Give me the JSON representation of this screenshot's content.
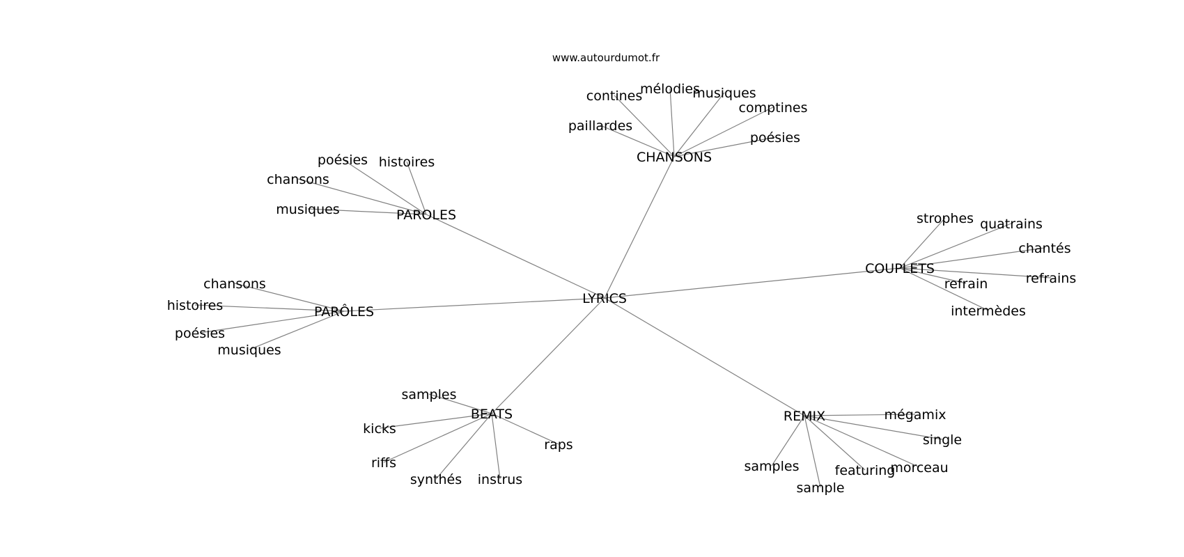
{
  "source": "www.autourdumot.fr",
  "center": "LYRICS",
  "colors": {
    "edge": "#808080",
    "text": "#000000",
    "background": "#ffffff"
  },
  "branches": [
    {
      "label": "CHANSONS",
      "children": [
        "contines",
        "mélodies",
        "musiques",
        "comptines",
        "paillardes",
        "poésies"
      ]
    },
    {
      "label": "PAROLES",
      "children": [
        "poésies",
        "histoires",
        "chansons",
        "musiques"
      ]
    },
    {
      "label": "COUPLETS",
      "children": [
        "strophes",
        "quatrains",
        "chantés",
        "refrains",
        "refrain",
        "intermèdes"
      ]
    },
    {
      "label": "PARÔLES",
      "children": [
        "chansons",
        "histoires",
        "poésies",
        "musiques"
      ]
    },
    {
      "label": "BEATS",
      "children": [
        "samples",
        "kicks",
        "riffs",
        "synthés",
        "instrus",
        "raps"
      ]
    },
    {
      "label": "REMIX",
      "children": [
        "mégamix",
        "single",
        "morceau",
        "featuring",
        "sample",
        "samples"
      ]
    }
  ]
}
